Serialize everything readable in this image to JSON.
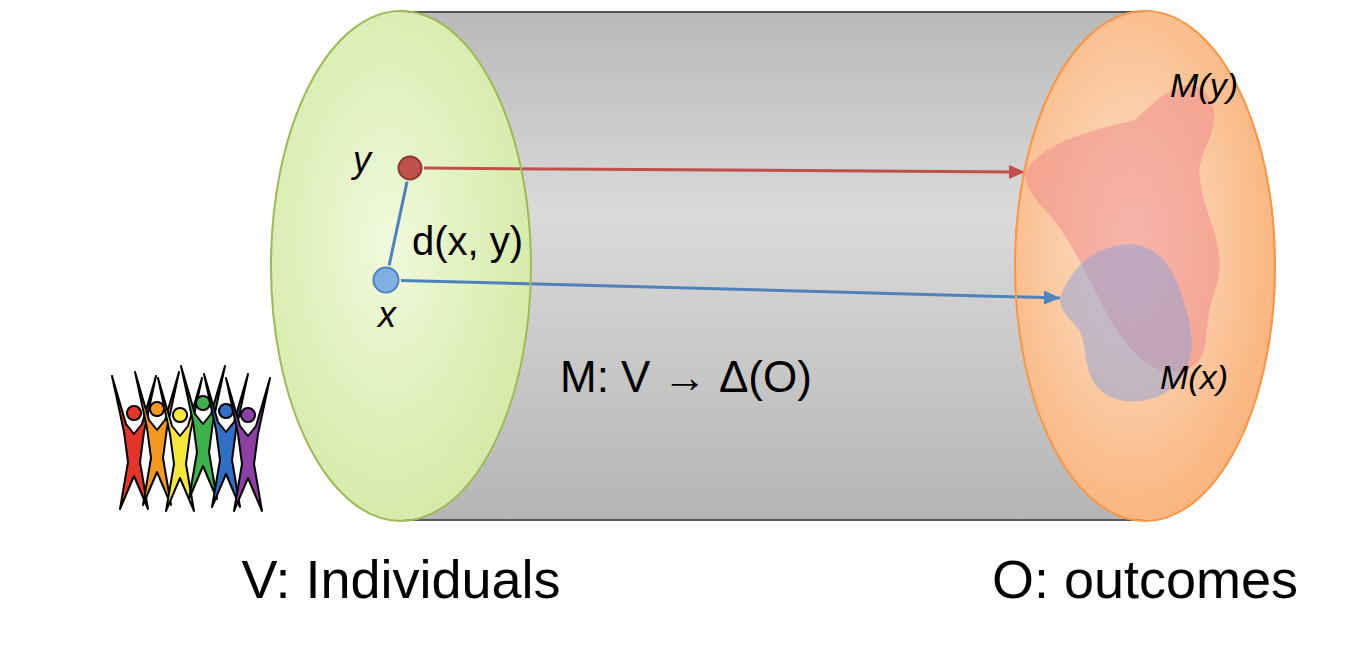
{
  "diagram": {
    "nodes": [
      {
        "text": [
          "V: Individuals"
        ]
      },
      {
        "text": [
          "y"
        ],
        "in": 0
      },
      {
        "text": [
          "x"
        ],
        "in": 0
      },
      {
        "text": [
          "O: outcomes"
        ]
      },
      {
        "text": [
          "M(y)"
        ],
        "in": 3
      },
      {
        "text": [
          "M(x)"
        ],
        "in": 3
      }
    ],
    "edges": [
      {
        "from": 1,
        "to": 4,
        "arrow": "to"
      },
      {
        "from": 2,
        "to": 1,
        "label": "d(x, y)",
        "arrow": "none"
      },
      {
        "from": 2,
        "to": 5,
        "arrow": "to"
      }
    ],
    "labels": [
      "M: V → Δ(O)"
    ]
  }
}
